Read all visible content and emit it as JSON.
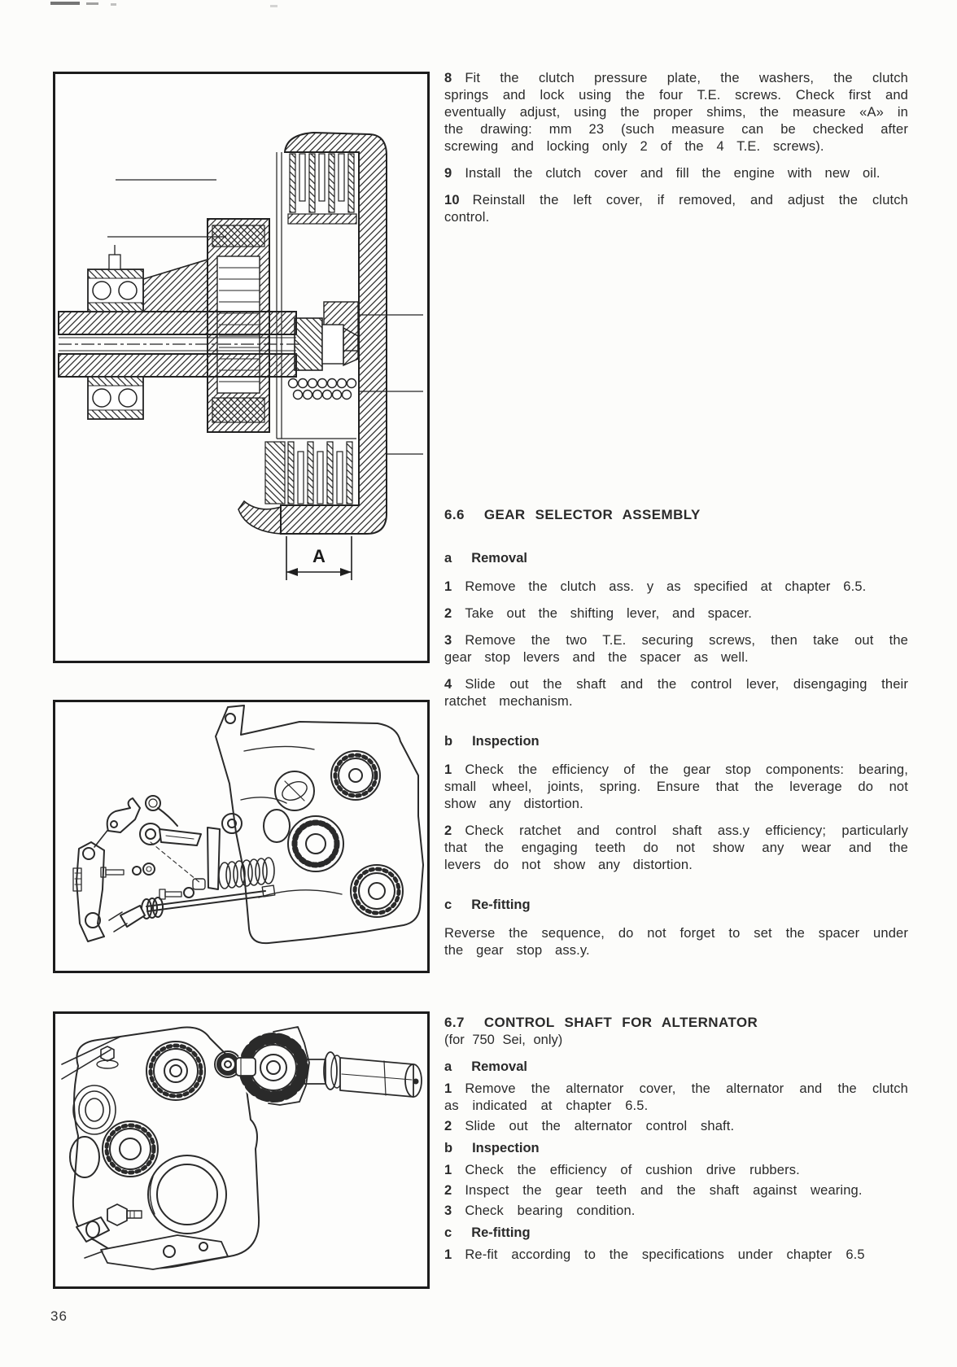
{
  "page_number": "36",
  "intro_items": [
    {
      "num": "8",
      "text": "Fit the clutch pressure plate, the washers, the clutch springs and lock using the four T.E. screws. Check first and eventually adjust, using the proper shims, the measure «A» in the drawing: mm 23 (such measure can be checked after screwing and locking only 2 of the 4 T.E. screws)."
    },
    {
      "num": "9",
      "text": "Install the clutch cover and fill the engine with new oil."
    },
    {
      "num": "10",
      "text": "Reinstall the left cover, if removed, and adjust the clutch control."
    }
  ],
  "section_66": {
    "number": "6.6",
    "title": "GEAR SELECTOR ASSEMBLY",
    "sub_a": {
      "letter": "a",
      "title": "Removal"
    },
    "removal": [
      {
        "num": "1",
        "text": "Remove the clutch ass. y as specified at chapter 6.5."
      },
      {
        "num": "2",
        "text": "Take out the shifting lever, and spacer."
      },
      {
        "num": "3",
        "text": "Remove the two T.E. securing screws, then take out the gear stop levers and the spacer as well."
      },
      {
        "num": "4",
        "text": "Slide out the shaft and the control lever, disengaging their ratchet mechanism."
      }
    ],
    "sub_b": {
      "letter": "b",
      "title": "Inspection"
    },
    "inspection": [
      {
        "num": "1",
        "text": "Check the efficiency of the gear stop components: bearing, small wheel, joints, spring. Ensure that the leverage do not show any distortion."
      },
      {
        "num": "2",
        "text": "Check ratchet and control shaft ass.y efficiency; particularly that the engaging teeth do not show any wear and the levers do not show any distortion."
      }
    ],
    "sub_c": {
      "letter": "c",
      "title": "Re-fitting"
    },
    "refitting_text": "Reverse the sequence, do not forget to set the spacer under the gear stop ass.y."
  },
  "section_67": {
    "number": "6.7",
    "title": "CONTROL SHAFT FOR ALTERNATOR",
    "subtitle": "(for 750 Sei, only)",
    "sub_a": {
      "letter": "a",
      "title": "Removal"
    },
    "removal": [
      {
        "num": "1",
        "text": "Remove the alternator cover, the alternator and the clutch as indicated at chapter 6.5."
      },
      {
        "num": "2",
        "text": "Slide out the alternator control shaft."
      }
    ],
    "sub_b": {
      "letter": "b",
      "title": "Inspection"
    },
    "inspection": [
      {
        "num": "1",
        "text": "Check the efficiency of cushion drive rubbers."
      },
      {
        "num": "2",
        "text": "Inspect the gear teeth and the shaft against wearing."
      },
      {
        "num": "3",
        "text": "Check bearing condition."
      }
    ],
    "sub_c": {
      "letter": "c",
      "title": "Re-fitting"
    },
    "refitting": [
      {
        "num": "1",
        "text": "Re-fit according to the specifications under chapter 6.5"
      }
    ]
  },
  "figures": {
    "fig1": {
      "dimension_label": "A"
    }
  }
}
